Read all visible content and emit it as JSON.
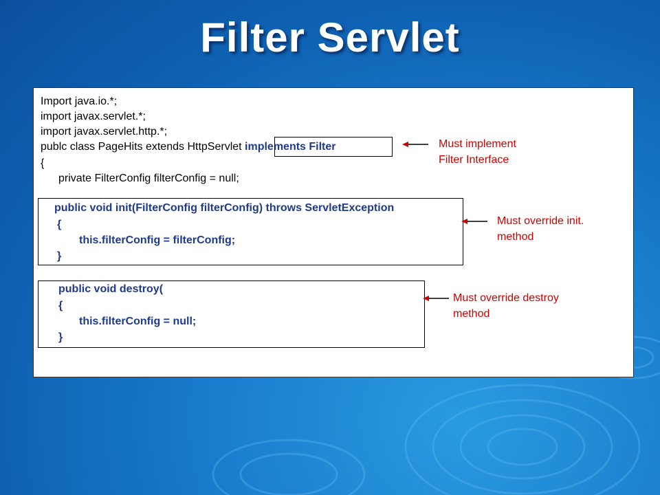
{
  "title": "Filter Servlet",
  "code": {
    "line1": "Import java.io.*;",
    "line2": "import javax.servlet.*;",
    "line3": "import javax.servlet.http.*;",
    "line4_prefix": "publc class PageHits extends HttpServlet ",
    "line4_highlight": "implements Filter",
    "line5": "{",
    "line6": "private FilterConfig filterConfig = null;",
    "init_sig": "public void init(FilterConfig filterConfig) throws ServletException",
    "init_open": "{",
    "init_body": "this.filterConfig = filterConfig;",
    "init_close": "}",
    "destroy_sig": "public void destroy(",
    "destroy_open": "{",
    "destroy_body": "this.filterConfig = null;",
    "destroy_close": "}"
  },
  "notes": {
    "implement_line1": "Must implement",
    "implement_line2": "Filter Interface",
    "init_line1": "Must override init.",
    "init_line2": "method",
    "destroy_line1": "Must override destroy",
    "destroy_line2": "method"
  },
  "colors": {
    "note": "#d00000",
    "code_highlight": "#1f3a8a",
    "background": "#1a7fcf"
  }
}
